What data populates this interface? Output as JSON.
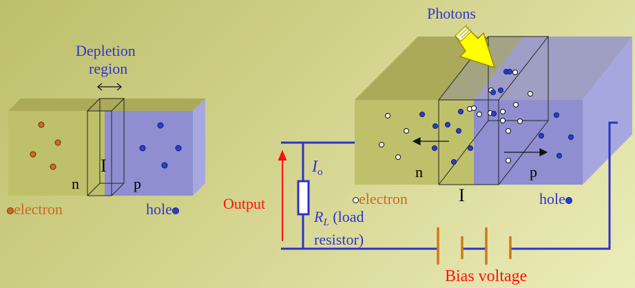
{
  "left_device": {
    "depletion_title_1": "Depletion",
    "depletion_title_2": "region",
    "n_label": "n",
    "p_label": "p",
    "junction_label": "I",
    "electron_legend": "electron",
    "hole_legend": "hole"
  },
  "right_device": {
    "photons_label": "Photons",
    "n_label": "n",
    "p_label": "p",
    "junction_label": "I",
    "electron_legend": "electron",
    "hole_legend": "hole"
  },
  "circuit": {
    "current_label_main": "I",
    "current_label_sub": "o",
    "output_label": "Output",
    "resistor_label_main": "R",
    "resistor_label_sub": "L",
    "resistor_label_rest": " (load",
    "resistor_label_line2": "resistor)",
    "bias_label": "Bias voltage"
  },
  "colors": {
    "background": "#cdd089",
    "n_region": "#bfc06a",
    "p_region": "#8e8ed0",
    "wire": "#3030c8",
    "output_arrow": "#ff1010",
    "battery": "#d07818",
    "photon_arrow": "#ffff00",
    "electron": "#cc6a1e",
    "hole": "#2a3fd0"
  }
}
